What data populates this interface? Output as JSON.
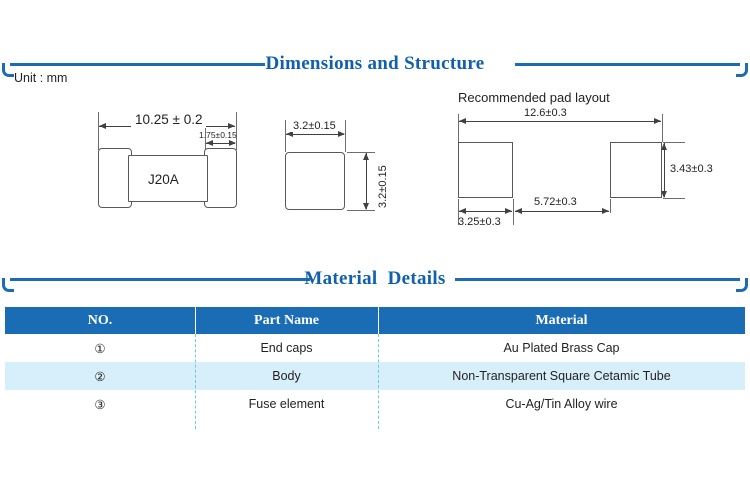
{
  "sections": {
    "dimensions": {
      "title": "Dimensions and Structure"
    },
    "material": {
      "title": "Material  Details"
    }
  },
  "unit": "Unit : mm",
  "drawings": {
    "side_view": {
      "marking": "J20A",
      "overall_length": "10.25 ± 0.2",
      "cap_width": "1.75±0.15"
    },
    "end_view": {
      "width": "3.2±0.15",
      "height": "3.2±0.15"
    },
    "pad_layout": {
      "title": "Recommended pad layout",
      "overall_width": "12.6±0.3",
      "pad_height": "3.43±0.3",
      "pad_width": "3.25±0.3",
      "pad_gap": "5.72±0.3"
    }
  },
  "table": {
    "headers": [
      "NO.",
      "Part Name",
      "Material"
    ],
    "rows": [
      {
        "no": "①",
        "part": "End caps",
        "material": "Au Plated Brass Cap"
      },
      {
        "no": "②",
        "part": "Body",
        "material": "Non-Transparent Square Cetamic Tube"
      },
      {
        "no": "③",
        "part": "Fuse element",
        "material": "Cu-Ag/Tin Alloy wire"
      }
    ]
  },
  "colors": {
    "accent": "#1a6cb5",
    "title": "#1060ae",
    "alt_row": "#d6effa",
    "divider": "#6dc6f0"
  }
}
